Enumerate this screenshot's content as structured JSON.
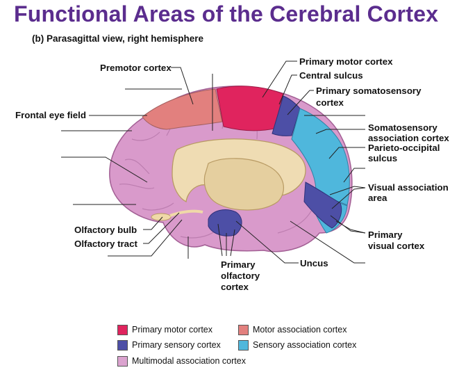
{
  "title": "Functional Areas of the Cerebral Cortex",
  "subtitle": "(b) Parasagittal view, right hemisphere",
  "labels": {
    "premotor_cortex": "Premotor cortex",
    "frontal_eye_field": "Frontal eye field",
    "primary_motor_cortex": "Primary motor cortex",
    "central_sulcus": "Central sulcus",
    "primary_somatosensory_cortex_line1": "Primary somatosensory",
    "primary_somatosensory_cortex_line2": "cortex",
    "somatosensory_association_cortex_line1": "Somatosensory",
    "somatosensory_association_cortex_line2": "association cortex",
    "parieto_occipital_sulcus_line1": "Parieto-occipital",
    "parieto_occipital_sulcus_line2": "sulcus",
    "visual_association_area_line1": "Visual association",
    "visual_association_area_line2": "area",
    "primary_visual_cortex_line1": "Primary",
    "primary_visual_cortex_line2": "visual cortex",
    "olfactory_bulb": "Olfactory bulb",
    "olfactory_tract": "Olfactory tract",
    "primary_olfactory_cortex_line1": "Primary",
    "primary_olfactory_cortex_line2": "olfactory",
    "primary_olfactory_cortex_line3": "cortex",
    "uncus": "Uncus"
  },
  "legend": [
    {
      "label": "Primary motor cortex",
      "color": "#e0245e"
    },
    {
      "label": "Motor association cortex",
      "color": "#e2807e"
    },
    {
      "label": "Primary sensory cortex",
      "color": "#4d4fa6"
    },
    {
      "label": "Sensory association cortex",
      "color": "#4fb7dc"
    },
    {
      "label": "Multimodal association cortex",
      "color": "#dba3cf"
    }
  ],
  "colors": {
    "title": "#5b2d8e",
    "multimodal": "#d99acb",
    "corpus_callosum": "#efdcb3",
    "thalamus": "#e5cf9f"
  }
}
